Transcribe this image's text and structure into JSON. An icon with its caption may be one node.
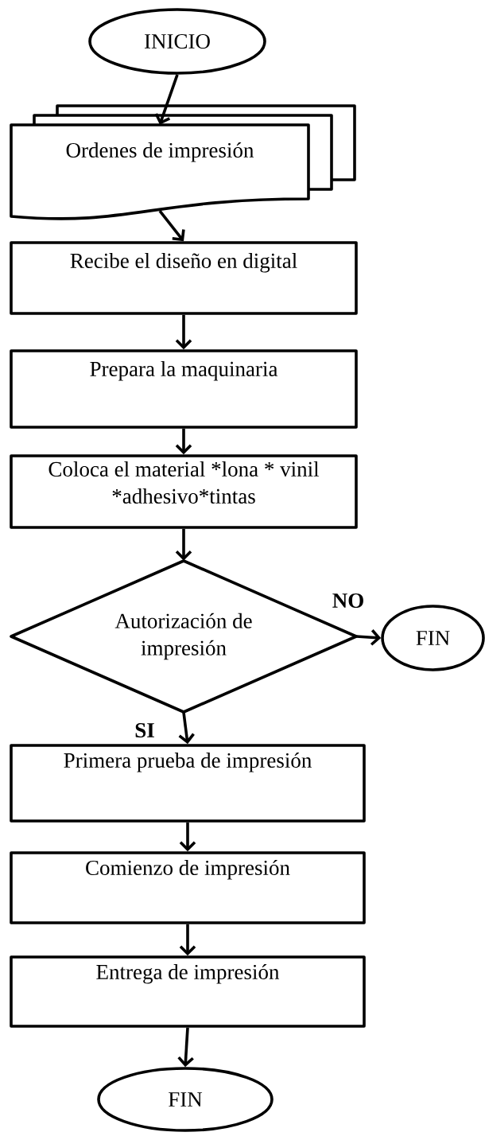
{
  "diagram": {
    "nodes": [
      {
        "text": [
          "INICIO"
        ]
      },
      {
        "text": [
          "Ordenes de impresión"
        ]
      },
      {
        "text": [
          "Recibe el diseño en digital"
        ]
      },
      {
        "text": [
          "Prepara la maquinaria"
        ]
      },
      {
        "text": [
          "Coloca el material *lona * vinil *adhesivo*tintas"
        ]
      },
      {
        "text": [
          "Autorización de impresión"
        ]
      },
      {
        "text": [
          "FIN"
        ]
      },
      {
        "text": [
          "Primera prueba de impresión"
        ]
      },
      {
        "text": [
          "Comienzo de impresión"
        ]
      },
      {
        "text": [
          "Entrega de impresión"
        ]
      },
      {
        "text": [
          "FIN"
        ]
      }
    ],
    "edges": [
      {
        "from": 0,
        "to": 1,
        "arrow": "to"
      },
      {
        "from": 1,
        "to": 2,
        "arrow": "to"
      },
      {
        "from": 2,
        "to": 3,
        "arrow": "to"
      },
      {
        "from": 3,
        "to": 4,
        "arrow": "to"
      },
      {
        "from": 4,
        "to": 5,
        "arrow": "to"
      },
      {
        "from": 5,
        "to": 6,
        "arrow": "to",
        "label": "NO"
      },
      {
        "from": 5,
        "to": 7,
        "arrow": "to",
        "label": "SI"
      },
      {
        "from": 7,
        "to": 8,
        "arrow": "to"
      },
      {
        "from": 8,
        "to": 9,
        "arrow": "to"
      },
      {
        "from": 9,
        "to": 10,
        "arrow": "to"
      }
    ]
  }
}
